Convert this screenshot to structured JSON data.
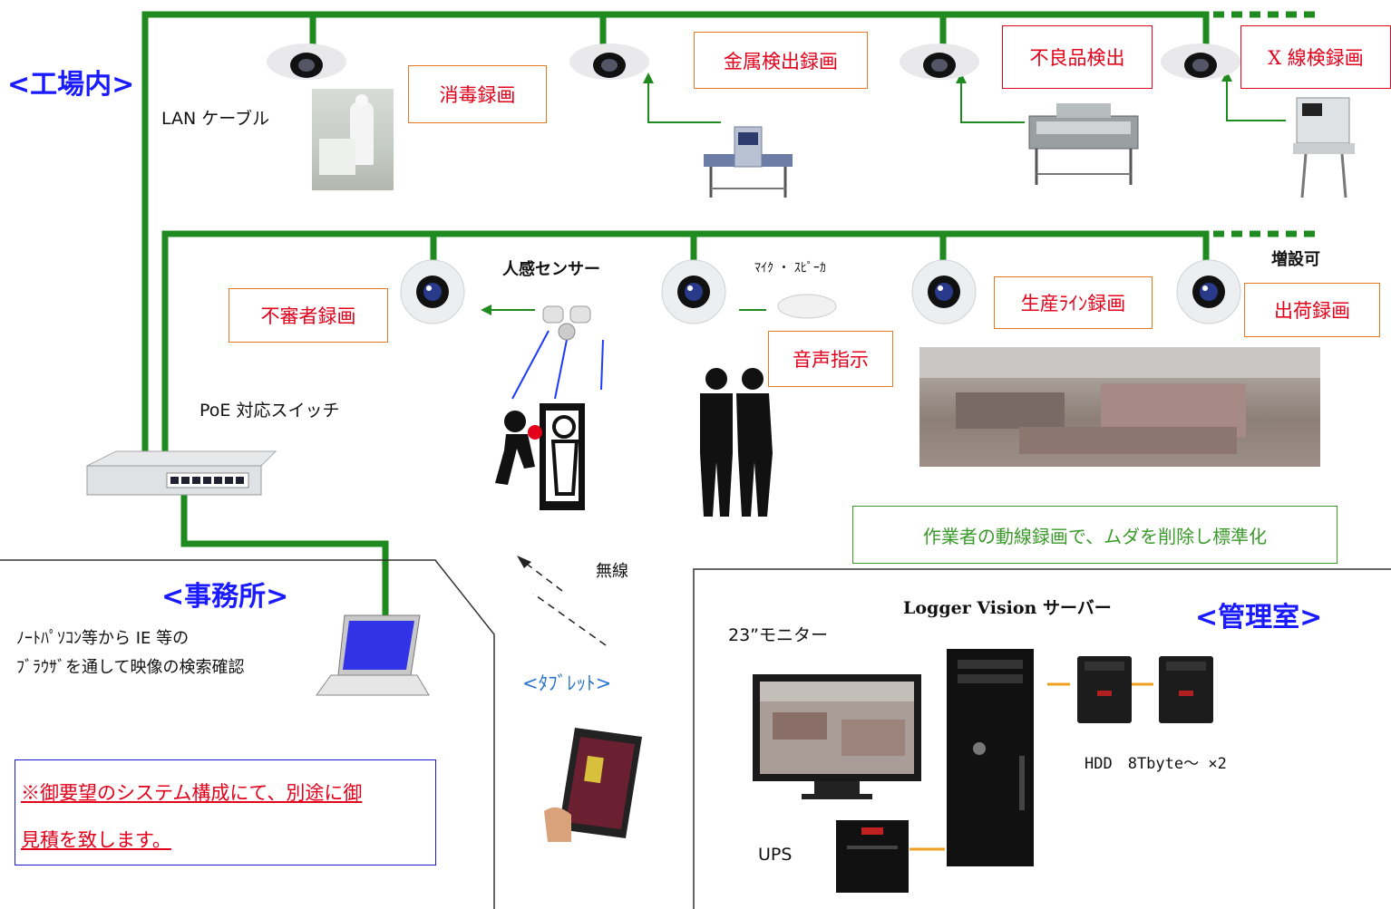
{
  "sections": {
    "factory": "<工場内>",
    "office": "<事務所>",
    "control_room": "<管理室>"
  },
  "labels": {
    "lan_cable": "LAN ケーブル",
    "poe_switch": "PoE 対応スイッチ",
    "motion_sensor": "人感センサー",
    "mic_speaker": "ﾏｲｸ ・ ｽﾋﾟｰｶ",
    "expandable": "増設可",
    "wireless": "無線",
    "tablet": "<ﾀﾌﾞﾚｯﾄ>",
    "server": "Logger Vision サーバー",
    "monitor": "23”モニター",
    "hdd": "HDD　8Tbyte～ ×2",
    "ups": "UPS",
    "laptop_line1": "ﾉｰﾄﾊﾟｿｺﾝ等から IE 等の",
    "laptop_line2": "ﾌﾞﾗｳｻﾞを通して映像の検索確認"
  },
  "boxes": {
    "disinfect": "消毒録画",
    "metal_detect": "金属検出録画",
    "defect_detect": "不良品検出",
    "xray": "X 線検録画",
    "intruder": "不審者録画",
    "voice": "音声指示",
    "production_line": "生産ﾗｲﾝ録画",
    "shipping": "出荷録画",
    "worker_flow": "作業者の動線録画で、ムダを削除し標準化"
  },
  "note": {
    "line1": "※御要望のシステム構成にて、別途に御",
    "line2": "見積を致します。"
  },
  "colors": {
    "cable": "#1f8a1f",
    "section": "#1a1aff",
    "box_text": "#e2001a",
    "box_border_orange": "#e87722",
    "green_text": "#3a9a2a",
    "power_line": "#f0a020"
  }
}
